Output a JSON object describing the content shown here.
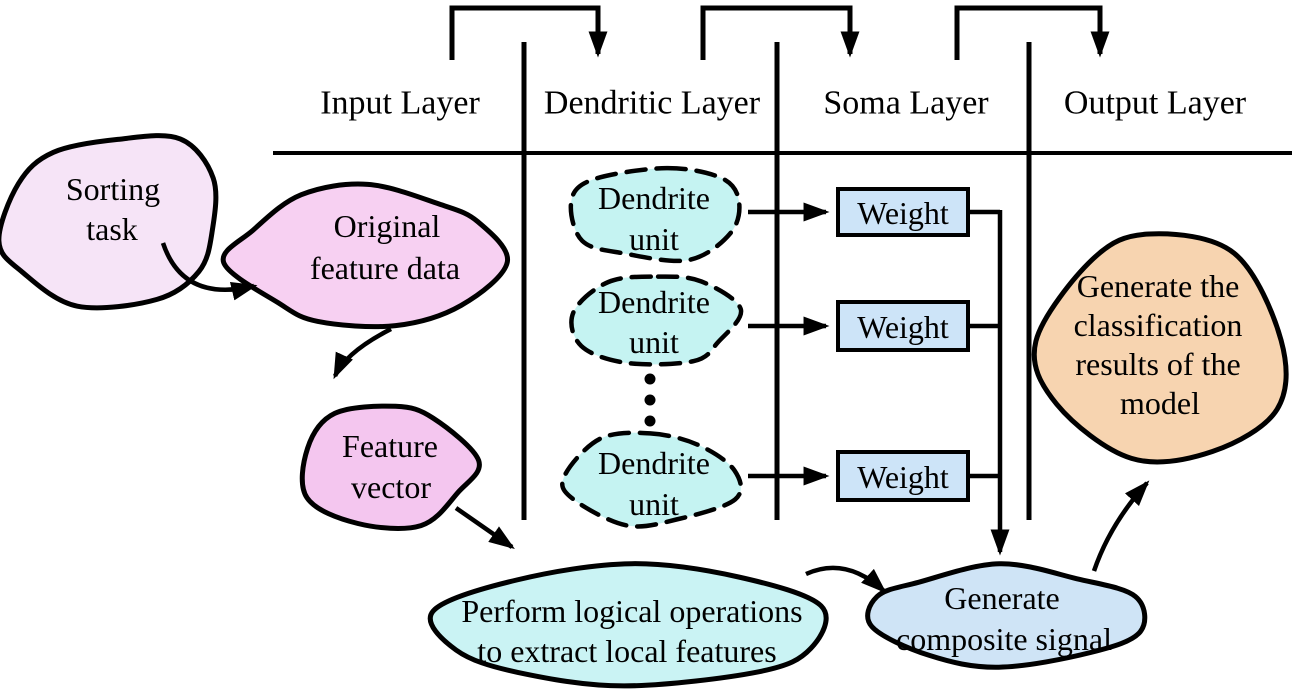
{
  "figure": {
    "type": "flow-diagram",
    "line_color": "#000000",
    "background": "#ffffff"
  },
  "layers": {
    "input": {
      "label": "Input Layer"
    },
    "dendritic": {
      "label": "Dendritic Layer"
    },
    "soma": {
      "label": "Soma Layer"
    },
    "output": {
      "label": "Output Layer"
    }
  },
  "nodes": {
    "sorting_task": {
      "text": "Sorting task",
      "lines": [
        "Sorting",
        "task"
      ],
      "fill": "#f6e4f7"
    },
    "original_feature": {
      "text": "Original feature data",
      "lines": [
        "Original",
        "feature data"
      ],
      "fill": "#f7d0f2"
    },
    "feature_vector": {
      "text": "Feature vector",
      "lines": [
        "Feature",
        "vector"
      ],
      "fill": "#f4c6ef"
    },
    "dendrite_unit": {
      "text": "Dendrite unit",
      "lines": [
        "Dendrite",
        "unit"
      ],
      "fill": "#c5f3f2",
      "count": 3
    },
    "weight": {
      "label": "Weight",
      "fill": "#cde4f8",
      "count": 3
    },
    "perform_logic": {
      "text": "Perform logical operations to extract local features",
      "lines": [
        "Perform logical operations",
        "to extract local features"
      ],
      "fill": "#caf3f4"
    },
    "composite_signal": {
      "text": "Generate composite signal",
      "lines": [
        "Generate",
        "composite signal"
      ],
      "fill": "#cfe4f6"
    },
    "classification": {
      "text": "Generate the classification results of the model",
      "lines": [
        "Generate the",
        "classification",
        "results of the",
        "model"
      ],
      "fill": "#f7d4b0"
    }
  },
  "ellipsis": {
    "dots": 3
  }
}
